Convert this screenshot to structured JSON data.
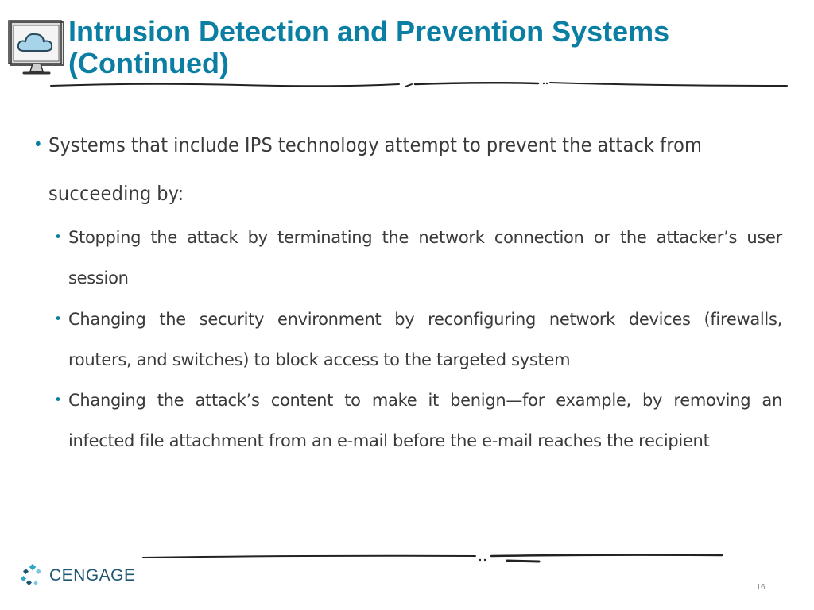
{
  "slide": {
    "title": "Intrusion Detection and Prevention Systems (Continued)",
    "page_number": "16"
  },
  "content": {
    "main_bullet": "Systems that include IPS technology attempt to prevent the attack from succeeding by:",
    "sub_bullets": [
      "Stopping the attack by terminating the network connection or the attacker’s user session",
      "Changing the security environment by reconfiguring network devices (firewalls, routers, and switches) to block access to the targeted system",
      "Changing the attack’s content to make it benign—for example, by removing an infected file attachment from an e-mail before the e-mail reaches the recipient"
    ]
  },
  "branding": {
    "logo_text": "CENGAGE",
    "icon": "cloud-monitor-icon",
    "logo_icon": "cengage-dots-icon"
  },
  "colors": {
    "title": "#0a7fa3",
    "bullet": "#0a7fa3",
    "body_text": "#3a3a3a",
    "logo": "#1f5672"
  }
}
